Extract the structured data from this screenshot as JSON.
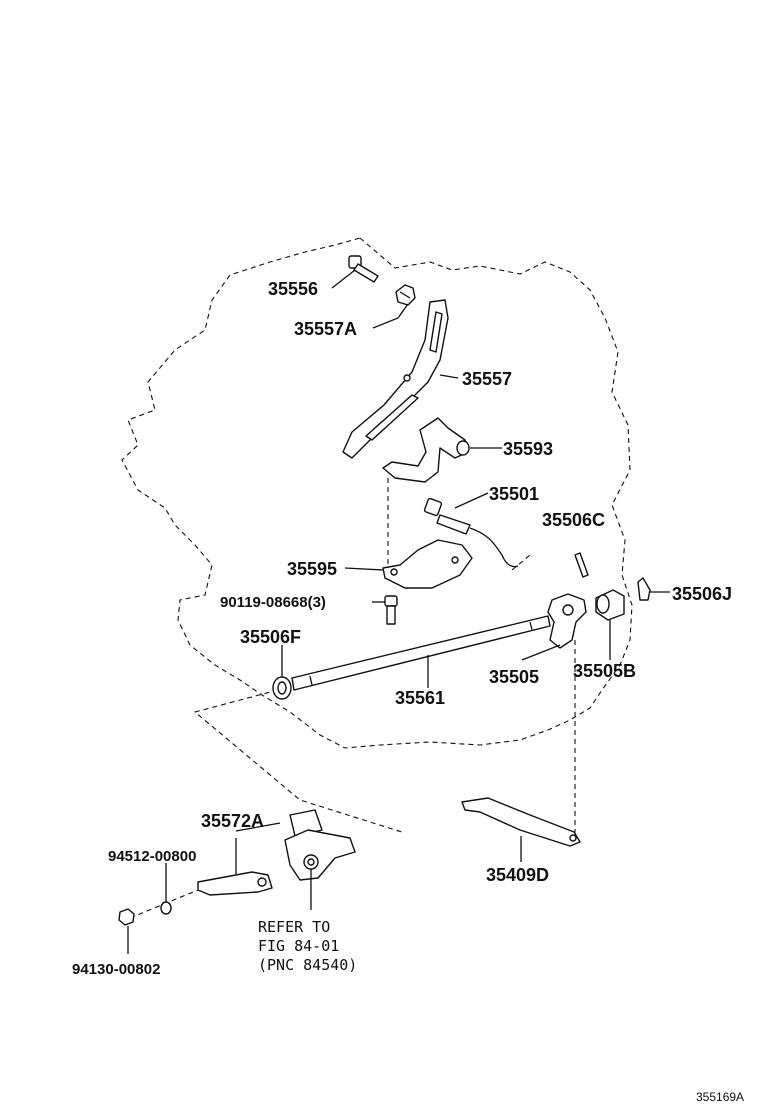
{
  "labels": {
    "p35556": "35556",
    "p35557A": "35557A",
    "p35557": "35557",
    "p35593": "35593",
    "p35501": "35501",
    "p35506C": "35506C",
    "p35595": "35595",
    "p35506J": "35506J",
    "p90119": "90119-08668(3)",
    "p35506F": "35506F",
    "p35505": "35505",
    "p35505B": "35505B",
    "p35561": "35561",
    "p35572A": "35572A",
    "p94512": "94512-00800",
    "p35409D": "35409D",
    "p94130": "94130-00802"
  },
  "refer": {
    "line1": "REFER TO",
    "line2": "FIG 84-01",
    "line3": "(PNC 84540)"
  },
  "figure_code": "355169A"
}
